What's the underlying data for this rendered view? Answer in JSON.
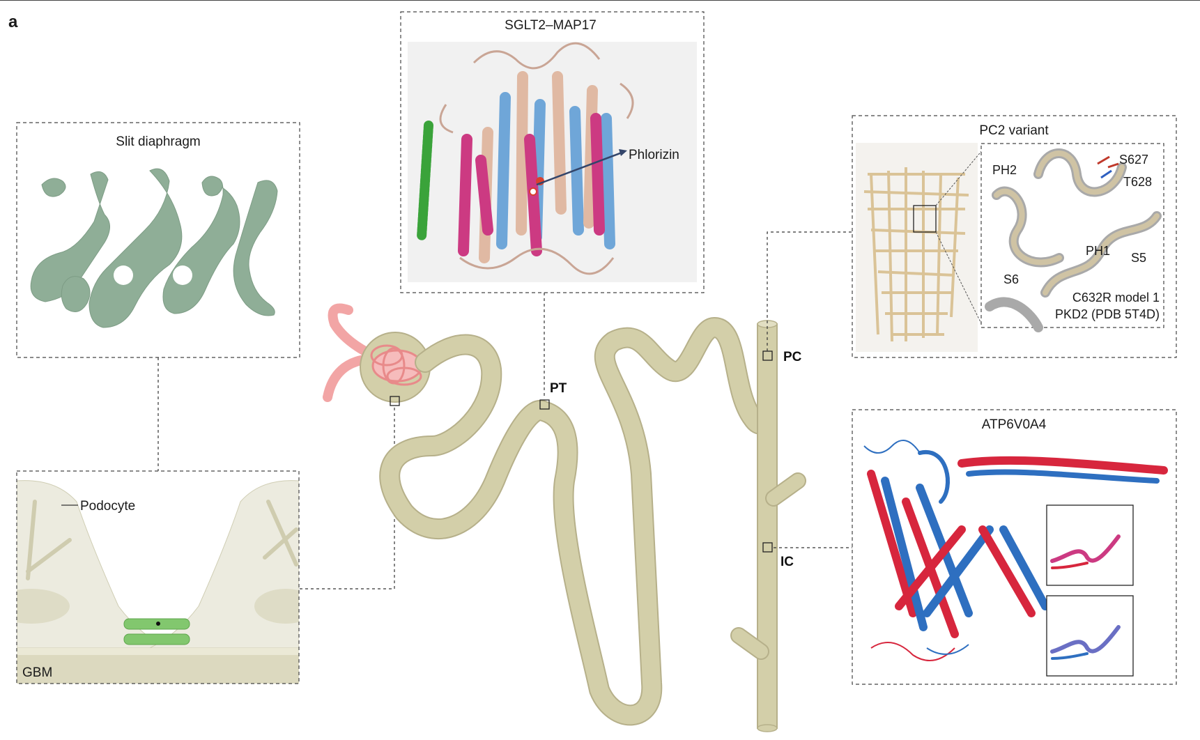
{
  "panel_letter": "a",
  "panels": {
    "slit": {
      "title": "Slit diaphragm"
    },
    "podocyte": {
      "cell_label": "Podocyte",
      "membrane_label": "GBM"
    },
    "sglt2": {
      "title": "SGLT2–MAP17",
      "ligand_label": "Phlorizin"
    },
    "pc2": {
      "title": "PC2 variant",
      "labels": [
        "PH2",
        "S627",
        "T628",
        "PH1",
        "S5",
        "S6"
      ],
      "legend_line1": "C632R model 1",
      "legend_line2": "PKD2 (PDB 5T4D)"
    },
    "atp": {
      "title": "ATP6V0A4"
    }
  },
  "nephron_labels": {
    "pt": "PT",
    "pc": "PC",
    "ic": "IC"
  },
  "colors": {
    "tubule": "#d3cfa9",
    "tubule_edge": "#b6b08a",
    "glomerulus": "#f2a5a5",
    "slit_density": "#8fae97",
    "helix_magenta": "#cc3a82",
    "helix_blue": "#6fa6d8",
    "helix_tan": "#e0b9a3",
    "helix_green": "#3aa33a",
    "atp_red": "#d7263d",
    "atp_blue": "#2e6fc0"
  }
}
